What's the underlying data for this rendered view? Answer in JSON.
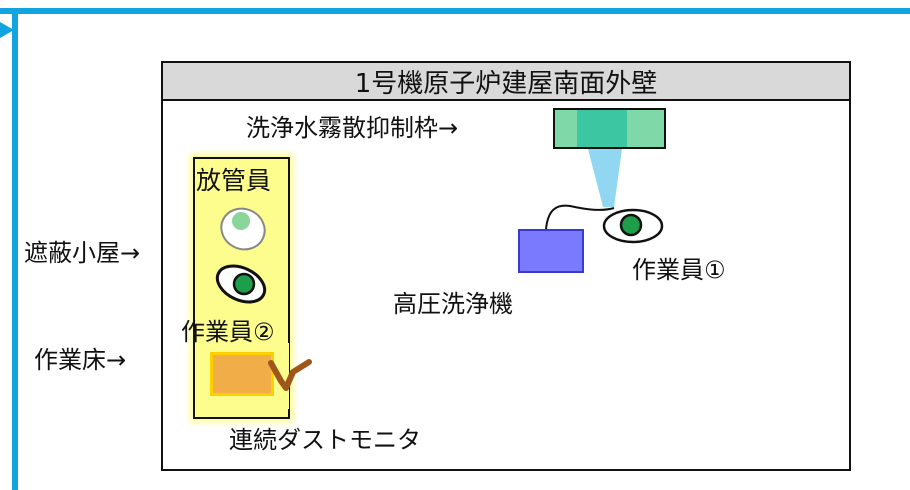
{
  "building_title": "1号機原子炉建屋南面外壁",
  "labels": {
    "mist_suppressor": "洗浄水霧散抑制枠→",
    "radiation_staff": "放管員",
    "shield_hut": "遮蔽小屋→",
    "work_floor": "作業床→",
    "worker_2": "作業員②",
    "dust_monitor": "連続ダストモニタ",
    "high_pressure_washer": "高圧洗浄機",
    "worker_1": "作業員①"
  },
  "colors": {
    "frame": "#12a4e0",
    "title_bg": "#d9d9d9",
    "mist_box": "#7fd8a8",
    "spray": "#7fd0f0",
    "washer": "#7a7aff",
    "hut": "#fdfd8e",
    "monitor": "#f0ad48",
    "worker_eye": "#1e9e4a"
  }
}
